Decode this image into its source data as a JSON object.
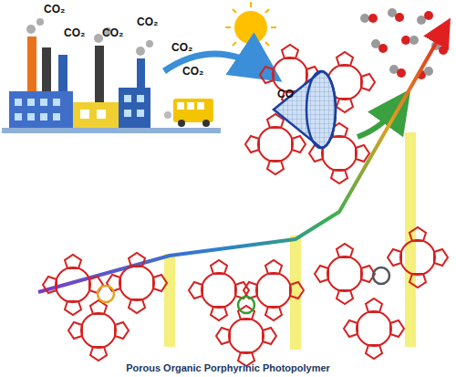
{
  "diagram": {
    "caption": "Porous Organic Porphyrinic Photopolymer",
    "labels": [
      "CO₂",
      "CO₂",
      "CO₂",
      "CO₂",
      "CO₂",
      "CO₂",
      "CO"
    ]
  }
}
